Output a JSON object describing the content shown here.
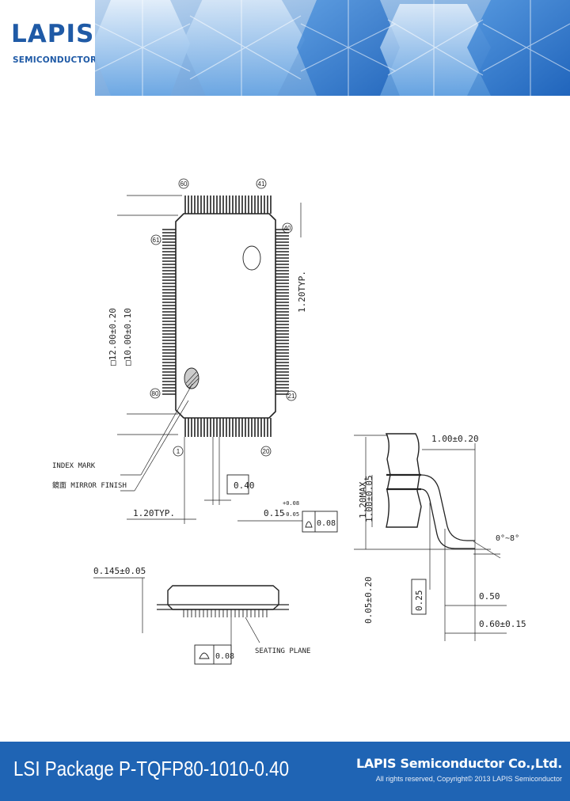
{
  "header": {
    "logo_main": "LAPIS",
    "logo_sub": "SEMICONDUCTOR",
    "brand_color": "#1f5aa6"
  },
  "drawing": {
    "pin_labels": {
      "top_left": "60",
      "top_right": "41",
      "left_top": "61",
      "left_bottom": "80",
      "right_top": "40",
      "right_bottom": "21",
      "bottom_left": "1",
      "bottom_right": "20"
    },
    "dim_outer": "□12.00±0.20",
    "dim_inner": "□10.00±0.10",
    "dim_typ_right": "1.20TYP.",
    "dim_typ_bottom": "1.20TYP.",
    "dim_pitch": "0.40",
    "dim_lead_width": "0.15",
    "dim_lead_width_tol_upper": "+0.08",
    "dim_lead_width_tol_lower": "-0.05",
    "dim_lead_width_box": "0.08",
    "index_mark_label": "INDEX MARK",
    "mirror_finish_label": "鏡面 MIRROR FINISH",
    "dim_thickness_side": "0.145±0.05",
    "dim_coplanarity": "0.08",
    "seating_plane_label": "SEATING PLANE",
    "dim_max_height": "1.20MAX.",
    "dim_body_height": "1.00±0.05",
    "dim_standoff": "0.05±0.20",
    "dim_gauge": "0.25",
    "dim_lead_length": "1.00±0.20",
    "dim_foot_length": "0.50",
    "dim_foot_length_tol": "0.60±0.15",
    "dim_angle": "0°~8°"
  },
  "footer": {
    "title": "LSI Package P-TQFP80-1010-0.40",
    "company": "LAPIS Semiconductor Co.,Ltd.",
    "copyright": "All rights reserved, Copyright© 2013 LAPIS Semiconductor",
    "bg_color": "#1f64b4"
  }
}
